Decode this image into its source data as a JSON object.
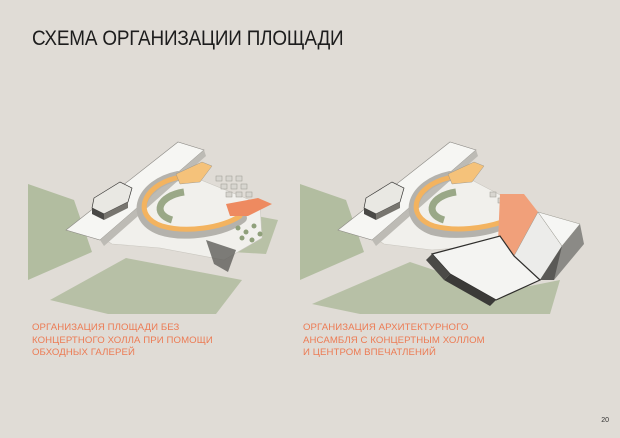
{
  "title": "СХЕМА ОРГАНИЗАЦИИ ПЛОЩАДИ",
  "captions": {
    "left": "ОРГАНИЗАЦИЯ ПЛОЩАДИ БЕЗ\nКОНЦЕРТНОГО ХОЛЛА ПРИ ПОМОЩИ\nОБХОДНЫХ ГАЛЕРЕЙ",
    "right": "ОРГАНИЗАЦИЯ  АРХИТЕКТУРНОГО\nАНСАМБЛЯ С КОНЦЕРТНЫМ ХОЛЛОМ\nИ ЦЕНТРОМ ВПЕЧАТЛЕНИЙ"
  },
  "page_number": "20",
  "colors": {
    "background": "#e0dcd6",
    "accent": "#ec7b54",
    "grass": "#a9b796",
    "plaza": "#eeeeea",
    "orange_band": "#f3b35f"
  }
}
